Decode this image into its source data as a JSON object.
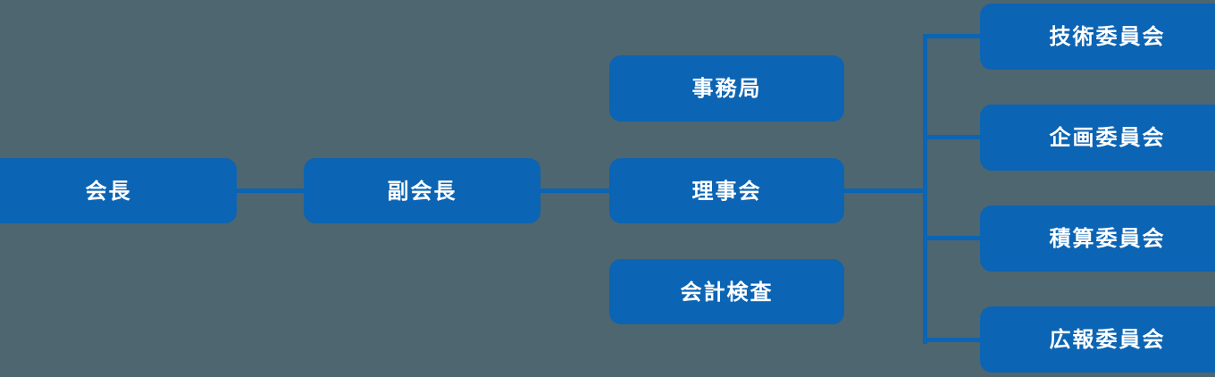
{
  "diagram": {
    "title": "organization-chart",
    "background_color": "#4e6670",
    "node_color": "#0b64b4",
    "node_text_color": "#ffffff",
    "connector_color": "#0b64b4",
    "levels": [
      {
        "name": "level-1",
        "nodes": [
          {
            "id": "president",
            "label": "会長"
          }
        ]
      },
      {
        "name": "level-2",
        "nodes": [
          {
            "id": "vice-president",
            "label": "副会長"
          }
        ]
      },
      {
        "name": "level-3",
        "nodes": [
          {
            "id": "secretariat",
            "label": "事務局"
          },
          {
            "id": "board-of-directors",
            "label": "理事会"
          },
          {
            "id": "accounting-audit",
            "label": "会計検査"
          }
        ]
      },
      {
        "name": "level-4",
        "nodes": [
          {
            "id": "technical-committee",
            "label": "技術委員会"
          },
          {
            "id": "planning-committee",
            "label": "企画委員会"
          },
          {
            "id": "estimation-committee",
            "label": "積算委員会"
          },
          {
            "id": "public-relations-committee",
            "label": "広報委員会"
          }
        ]
      }
    ],
    "connectors": [
      {
        "id": "president-to-vice-president",
        "orientation": "horizontal"
      },
      {
        "id": "vice-president-to-board",
        "orientation": "horizontal"
      },
      {
        "id": "board-to-committee-trunk",
        "orientation": "horizontal"
      },
      {
        "id": "committee-trunk",
        "orientation": "vertical"
      },
      {
        "id": "trunk-to-technical-committee",
        "orientation": "horizontal"
      },
      {
        "id": "trunk-to-planning-committee",
        "orientation": "horizontal"
      },
      {
        "id": "trunk-to-estimation-committee",
        "orientation": "horizontal"
      },
      {
        "id": "trunk-to-public-relations-committee",
        "orientation": "horizontal"
      }
    ]
  }
}
